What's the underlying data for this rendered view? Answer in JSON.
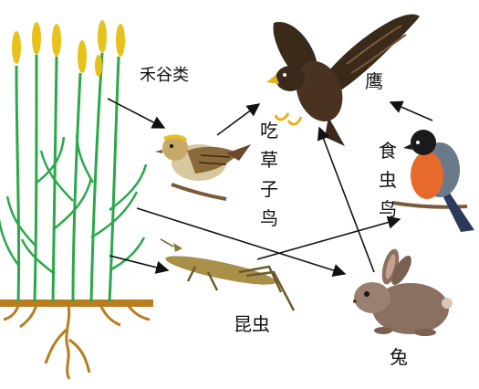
{
  "labels": {
    "grain": "禾谷类",
    "eagle": "鹰",
    "seed_bird": [
      "吃",
      "草",
      "子",
      "鸟"
    ],
    "insect_bird": [
      "食",
      "虫",
      "鸟"
    ],
    "insect": "昆虫",
    "rabbit": "兔"
  },
  "edges": [
    {
      "from": "禾谷类",
      "to": "吃草子鸟"
    },
    {
      "from": "吃草子鸟",
      "to": "鹰"
    },
    {
      "from": "禾谷类",
      "to": "昆虫"
    },
    {
      "from": "禾谷类",
      "to": "兔"
    },
    {
      "from": "昆虫",
      "to": "食虫鸟"
    },
    {
      "from": "食虫鸟",
      "to": "鹰"
    },
    {
      "from": "兔",
      "to": "鹰"
    }
  ],
  "colors": {
    "arrow": "#111111",
    "soil": "#b87d1e",
    "stem": "#2aa84a",
    "grain_head": "#e8c21c",
    "eagle_body": "#3a2a1a",
    "rabbit": "#8a7060",
    "robin_breast": "#e86a2a"
  }
}
